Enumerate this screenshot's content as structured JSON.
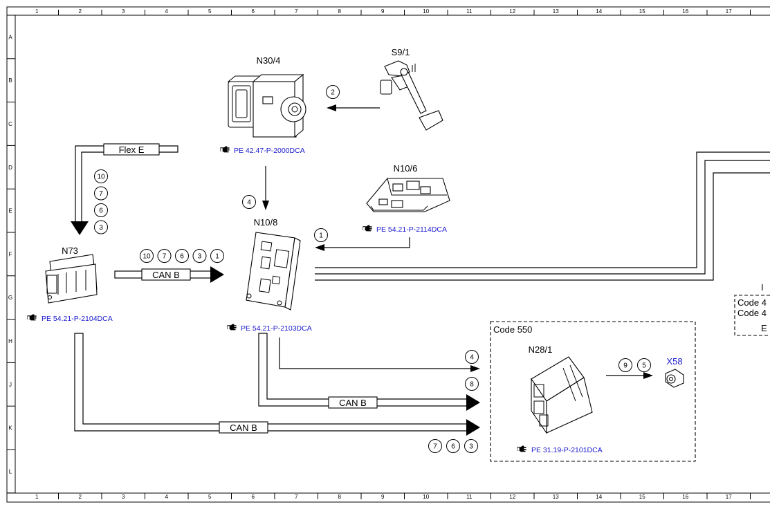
{
  "grid": {
    "columns": [
      "1",
      "2",
      "3",
      "4",
      "5",
      "6",
      "7",
      "8",
      "9",
      "10",
      "11",
      "12",
      "13",
      "14",
      "15",
      "16",
      "17"
    ],
    "rows": [
      "A",
      "B",
      "C",
      "D",
      "E",
      "F",
      "G",
      "H",
      "J",
      "K",
      "L"
    ]
  },
  "components": {
    "n30_4": {
      "label": "N30/4",
      "ref": "PE 42.47-P-2000DCA"
    },
    "s9_1": {
      "label": "S9/1"
    },
    "n10_6": {
      "label": "N10/6",
      "ref": "PE 54.21-P-2114DCA"
    },
    "n10_8": {
      "label": "N10/8",
      "ref": "PE 54.21-P-2103DCA"
    },
    "n73": {
      "label": "N73",
      "ref": "PE 54.21-P-2104DCA"
    },
    "n28_1": {
      "label": "N28/1",
      "ref": "PE 31.19-P-2101DCA"
    },
    "x58": {
      "label": "X58"
    }
  },
  "buses": {
    "flex_e": "Flex E",
    "can_b_n73": "CAN B",
    "can_b_mid": "CAN B",
    "can_b_low": "CAN B"
  },
  "signals": {
    "s9_to_n30": [
      "2"
    ],
    "n30_to_n10_8": [
      "4"
    ],
    "n10_6_to_n10_8": [
      "1"
    ],
    "flex_e": [
      "10",
      "7",
      "6",
      "3"
    ],
    "can_b_n73": [
      "10",
      "7",
      "6",
      "3",
      "1"
    ],
    "n10_8_to_n28_line": [
      "4"
    ],
    "n10_8_to_n28_can": [
      "8"
    ],
    "n73_to_n28_can": [
      "7",
      "6",
      "3"
    ],
    "n28_to_x58": [
      "9",
      "5"
    ]
  },
  "code_box": {
    "label": "Code 550"
  },
  "right_box": {
    "lines": [
      "Code 4",
      "Code 4"
    ],
    "top_fragment": "I",
    "bottom_fragment": "E"
  },
  "icons": {
    "ref_icon": "pointing-hand-icon"
  }
}
